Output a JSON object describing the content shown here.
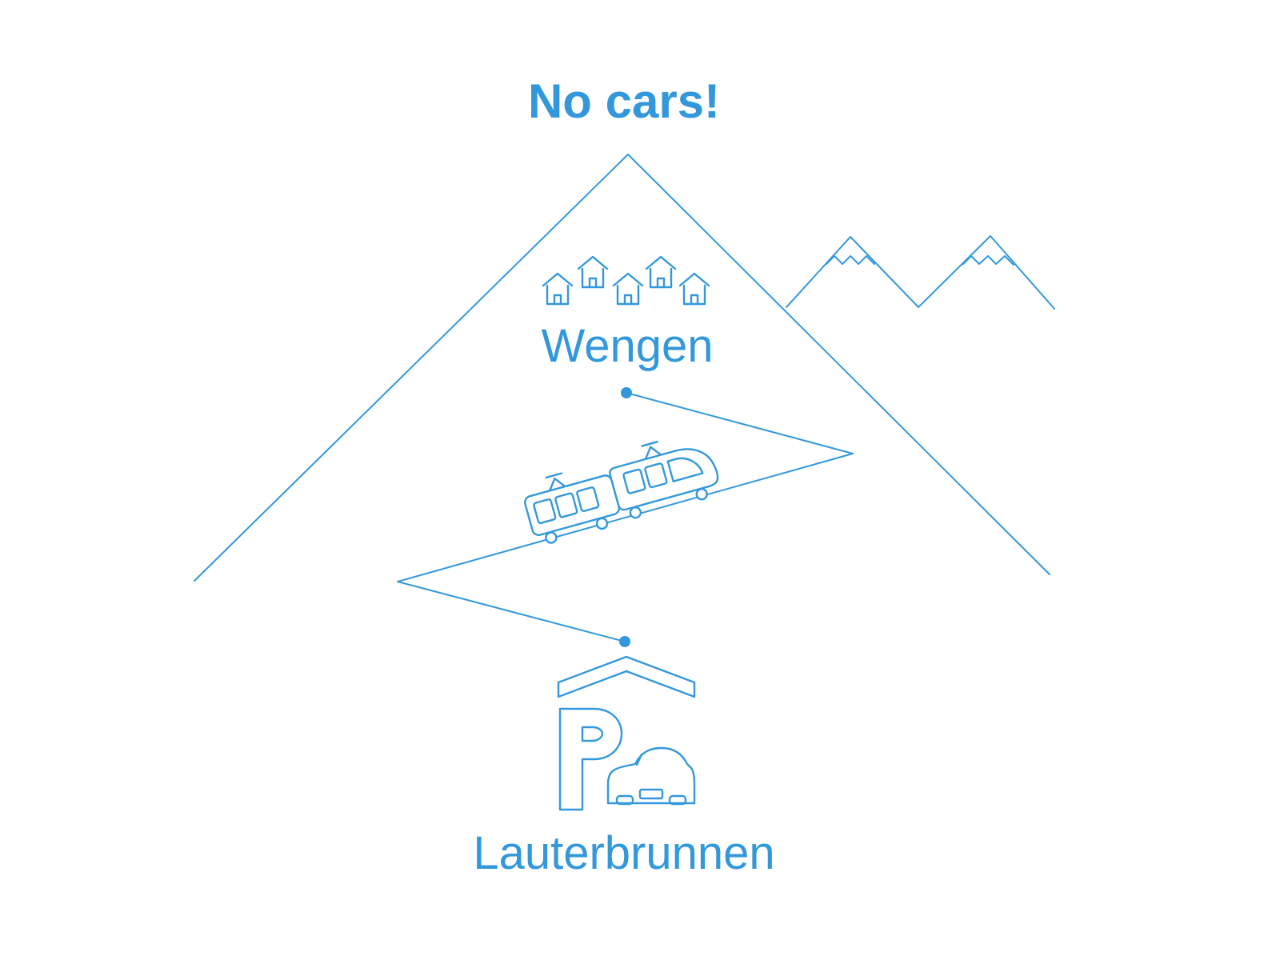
{
  "page": {
    "colors": {
      "accent": "#3398db",
      "background": "#ffffff"
    }
  },
  "diagram": {
    "title": "No cars!",
    "upper_village": "Wengen",
    "lower_village": "Lauterbrunnen",
    "icons": [
      "big-mountain-icon",
      "snow-peaks-icon",
      "village-houses-icon",
      "station-dot-upper",
      "zigzag-route-line",
      "cog-railway-train-icon",
      "station-dot-lower",
      "parking-garage-roof-icon",
      "parking-p-icon",
      "car-icon"
    ]
  }
}
